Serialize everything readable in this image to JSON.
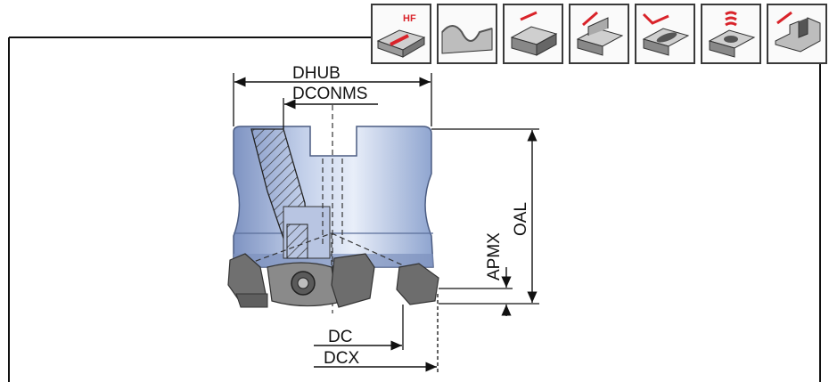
{
  "labels": {
    "dhub": "DHUB",
    "dconms": "DCONMS",
    "oal": "OAL",
    "apmx": "APMX",
    "dc": "DC",
    "dcx": "DCX",
    "hf": "HF"
  },
  "operations": [
    {
      "icon": "hf-face-milling-icon"
    },
    {
      "icon": "profile-milling-icon"
    },
    {
      "icon": "face-milling-icon"
    },
    {
      "icon": "shoulder-milling-icon"
    },
    {
      "icon": "slot-ramping-icon"
    },
    {
      "icon": "helical-interpolation-icon"
    },
    {
      "icon": "slot-milling-icon"
    }
  ],
  "colors": {
    "tool_body": "#9fb3d6",
    "insert": "#6f6f6f",
    "accent": "#d9232a",
    "line": "#111111"
  }
}
